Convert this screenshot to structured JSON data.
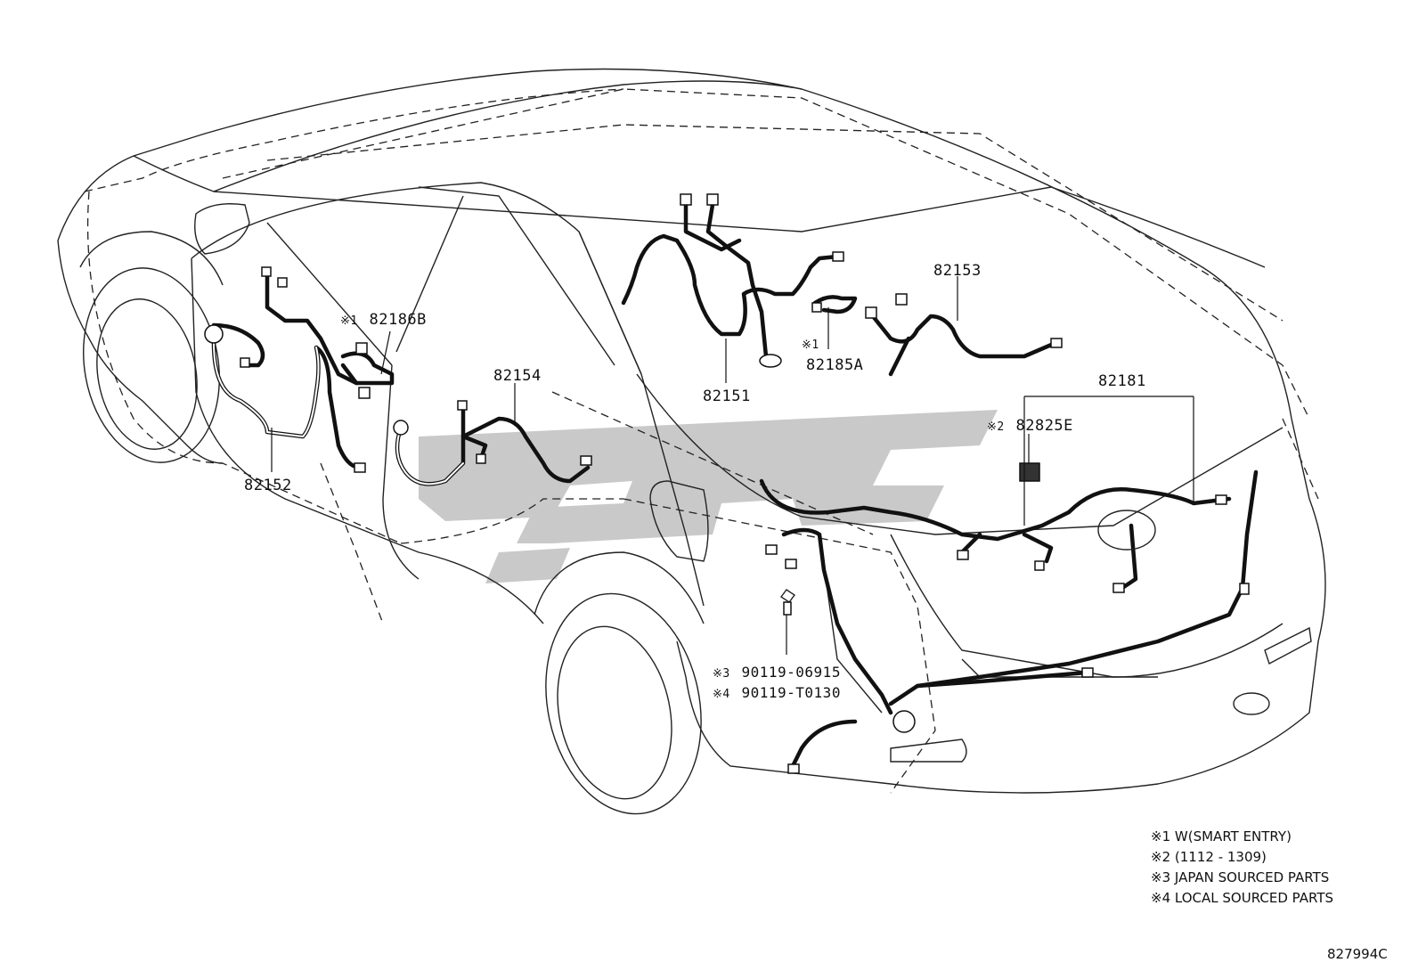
{
  "labels": {
    "p82186b": {
      "mark": "※1",
      "part": "82186B"
    },
    "p82154": {
      "part": "82154"
    },
    "p82152": {
      "part": "82152"
    },
    "p82151": {
      "part": "82151"
    },
    "p82185a": {
      "mark": "※1",
      "part": "82185A"
    },
    "p82153": {
      "part": "82153"
    },
    "p82181": {
      "part": "82181"
    },
    "p82825e": {
      "mark": "※2",
      "part": "82825E"
    },
    "bolt1": {
      "mark": "※3",
      "part": "90119-06915"
    },
    "bolt2": {
      "mark": "※4",
      "part": "90119-T0130"
    }
  },
  "legend": [
    {
      "mark": "※1",
      "text": "W(SMART ENTRY)"
    },
    {
      "mark": "※2",
      "text": "(1112 - 1309)"
    },
    {
      "mark": "※3",
      "text": "JAPAN SOURCED PARTS"
    },
    {
      "mark": "※4",
      "text": "LOCAL SOURCED PARTS"
    }
  ],
  "diagram_id": "827994C"
}
